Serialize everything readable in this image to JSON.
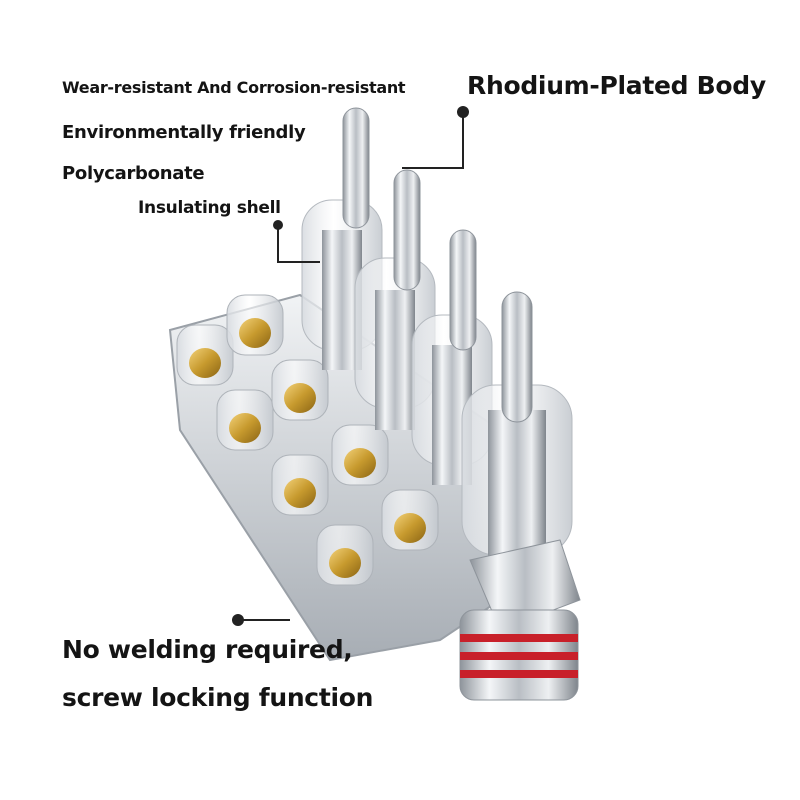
{
  "callouts": {
    "wear_resistant": "Wear-resistant And Corrosion-resistant",
    "eco_friendly": "Environmentally friendly",
    "polycarbonate": "Polycarbonate",
    "insulating_shell": "Insulating shell",
    "rhodium_body": "Rhodium-Plated Body",
    "no_welding": "No welding required,",
    "screw_locking": "screw locking function"
  },
  "colors": {
    "text": "#141414",
    "silver": "#c9cdd2",
    "gold": "#c79a2e",
    "red_ring": "#c8202a",
    "leader_line": "#222222"
  },
  "product": {
    "plug_count": 4,
    "icon": "banana-plug-connector-icon"
  }
}
